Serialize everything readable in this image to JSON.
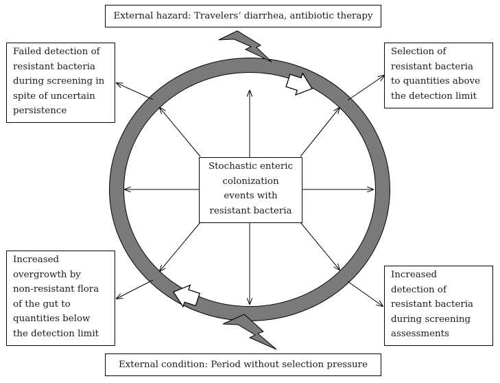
{
  "top_hazard": "External hazard: Travelers‘ diarrhea, antibiotic therapy",
  "bottom_condition": "External condition: Period without selection pressure",
  "center_lines": [
    "Stochastic enteric",
    "colonization",
    "events with",
    "resistant bacteria"
  ],
  "top_left_lines": [
    "Failed detection of",
    "resistant bacteria",
    "during screening in",
    "spite of uncertain",
    "persistence"
  ],
  "top_right_lines": [
    "Selection of",
    "resistant bacteria",
    "to quantities above",
    "the detection limit"
  ],
  "bottom_left_lines": [
    "Increased",
    "overgrowth by",
    "non-resistant flora",
    "of the gut to",
    "quantities below",
    "the detection limit"
  ],
  "bottom_right_lines": [
    "Increased",
    "detection of",
    "resistant bacteria",
    "during screening",
    "assessments"
  ],
  "colors": {
    "ring": "#7a7a7a",
    "stroke": "#000000"
  }
}
